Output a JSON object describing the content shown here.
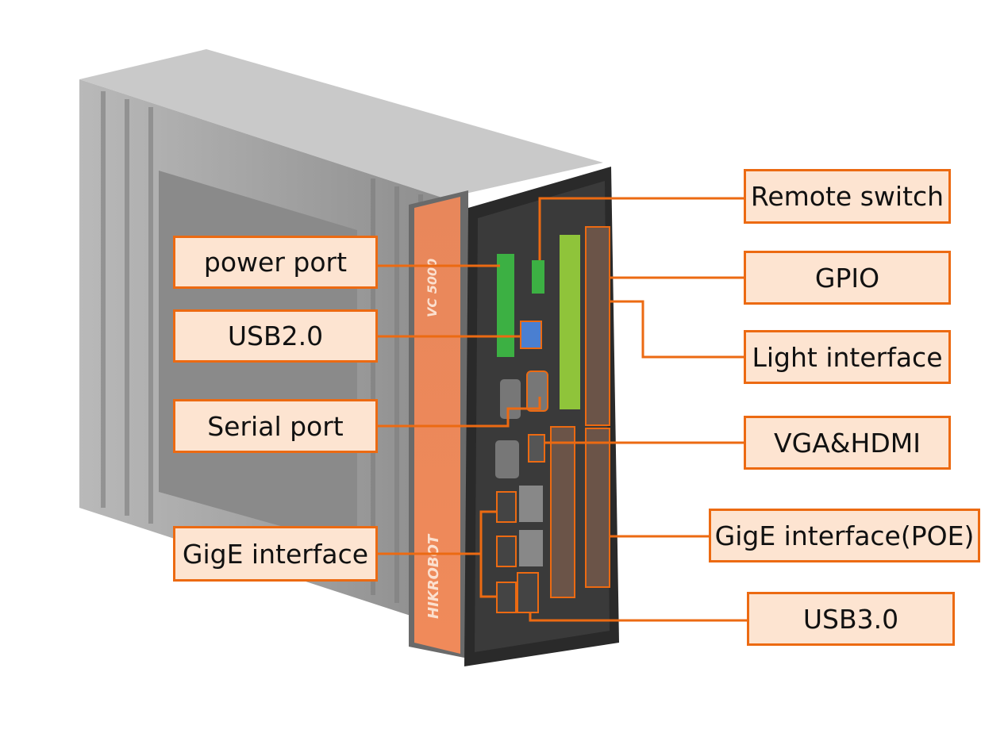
{
  "device": {
    "model_text": "VC 5000",
    "brand_text": "HIKROBOT"
  },
  "labels": {
    "power_port": "power port",
    "usb2": "USB2.0",
    "serial_port": "Serial port",
    "gige": "GigE interface",
    "remote_switch": "Remote switch",
    "gpio": "GPIO",
    "light_interface": "Light interface",
    "vga_hdmi": "VGA&HDMI",
    "gige_poe": "GigE interface(POE)",
    "usb3": "USB3.0"
  },
  "colors": {
    "accent": "#ec6a12",
    "label_fill": "#fde4d1",
    "terminal_green": "#3cb043"
  }
}
